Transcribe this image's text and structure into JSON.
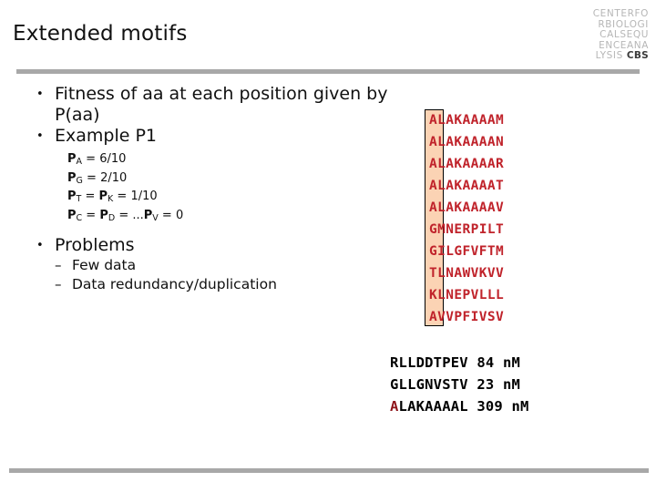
{
  "slide": {
    "title": "Extended motifs",
    "logo": {
      "lines": [
        "CENTERFO",
        "RBIOLOGI",
        "CALSEQU",
        "ENCEANA"
      ],
      "last_prefix": "LYSIS",
      "last_brand": "CBS"
    }
  },
  "bullets": {
    "b1": "Fitness of aa at each position given by P(aa)",
    "b2": "Example P1",
    "b3": "Problems",
    "sub1": "Few data",
    "sub2": "Data redundancy/duplication"
  },
  "probabilities": [
    {
      "label": "P",
      "sub": "A",
      "value": "= 6/10"
    },
    {
      "label": "P",
      "sub": "G",
      "value": "= 2/10"
    },
    {
      "label": "P",
      "sub": "T",
      "value": "= P",
      "sub2": "K",
      "value2": "= 1/10"
    },
    {
      "label": "P",
      "sub": "C",
      "value": "= P",
      "sub2": "D",
      "value2": "= ...P",
      "sub3": "V",
      "value3": "= 0"
    }
  ],
  "prob_lines": [
    "P_A = 6/10",
    "P_G = 2/10",
    "P_T = P_K = 1/10",
    "P_C = P_D = ...P_V = 0"
  ],
  "motif": {
    "highlight_color": "#fbd3b4",
    "text_color": "#c0232b",
    "sequences": [
      "ALAKAAAAM",
      "ALAKAAAAN",
      "ALAKAAAAR",
      "ALAKAAAAT",
      "ALAKAAAAV",
      "GMNERPILT",
      "GILGFVFTM",
      "TLNAWVKVV",
      "KLNEPVLLL",
      "AVVPFIVSV"
    ]
  },
  "affinity": {
    "rows": [
      {
        "first": "R",
        "rest": "LLDDTPEV",
        "value": "84",
        "unit": "nM",
        "highlight_first": false
      },
      {
        "first": "G",
        "rest": "LLGNVSTV",
        "value": "23",
        "unit": "nM",
        "highlight_first": false
      },
      {
        "first": "A",
        "rest": "LAKAAAAL",
        "value": "309",
        "unit": "nM",
        "highlight_first": true
      }
    ]
  },
  "colors": {
    "rule": "#a8a8a8",
    "motif_red": "#c0232b",
    "highlight": "#fbd3b4",
    "affinity_highlight": "#8e1319",
    "logo_gray": "#b6b6b6"
  }
}
